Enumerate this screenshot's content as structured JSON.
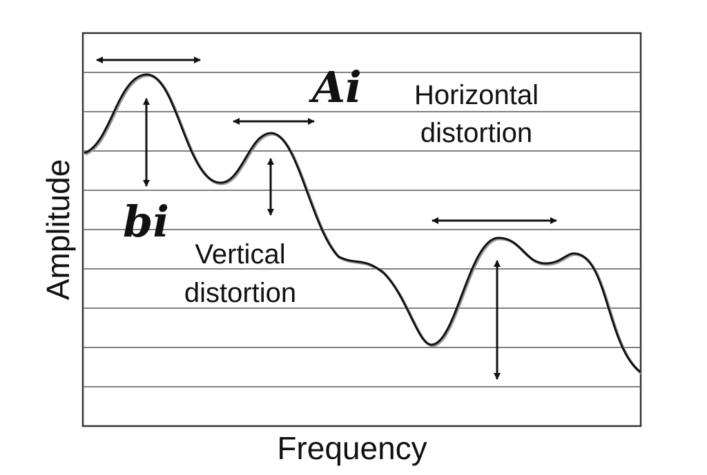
{
  "axes": {
    "x_label": "Frequency",
    "y_label": "Amplitude"
  },
  "symbols": {
    "horizontal": "Ai",
    "vertical": "bi"
  },
  "annotations": {
    "horizontal_line1": "Horizontal",
    "horizontal_line2": "distortion",
    "vertical_line1": "Vertical",
    "vertical_line2": "distortion"
  },
  "colors": {
    "line": "#111111",
    "grid": "#555555",
    "background": "#ffffff"
  }
}
